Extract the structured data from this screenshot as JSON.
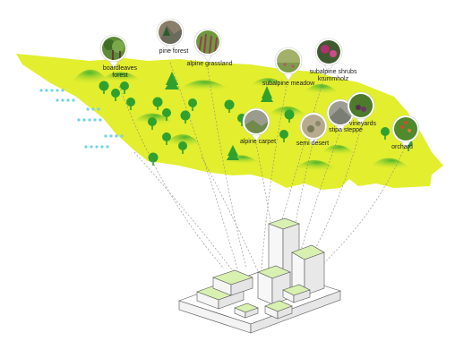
{
  "labels": {
    "boardleaves_forest_1": "boardleaves",
    "boardleaves_forest_2": "forest",
    "pine_forest": "pine forest",
    "alpine_grassland": "alpine grassland",
    "subalpine_meadow": "subalpine meadow",
    "subalpine_shrubs_1": "subalpine shrubs",
    "subalpine_shrubs_2": "krummholz",
    "alpine_carpet": "alpine carpet",
    "semi_desert": "semi desert",
    "stipa_steppe": "stipa steppe",
    "vineyards": "vineyards",
    "orchard": "orchard"
  },
  "photo_icons": {
    "boardleaves_forest": "deciduous-trees-icon",
    "pine_forest": "rock-pine-icon",
    "alpine_grassland": "grass-icon",
    "subalpine_meadow": "meadow-icon",
    "subalpine_shrubs": "flowering-shrub-icon",
    "alpine_carpet": "rocky-carpet-icon",
    "semi_desert": "dry-scrub-icon",
    "stipa_steppe": "steppe-rock-icon",
    "vineyards": "vine-icon",
    "orchard": "fruit-tree-icon"
  },
  "colors": {
    "land": "#e2ee2e",
    "hill": "#69c232",
    "tree": "#2fa12f",
    "wind": "#6fd3ec",
    "line": "#8a8a8a"
  }
}
